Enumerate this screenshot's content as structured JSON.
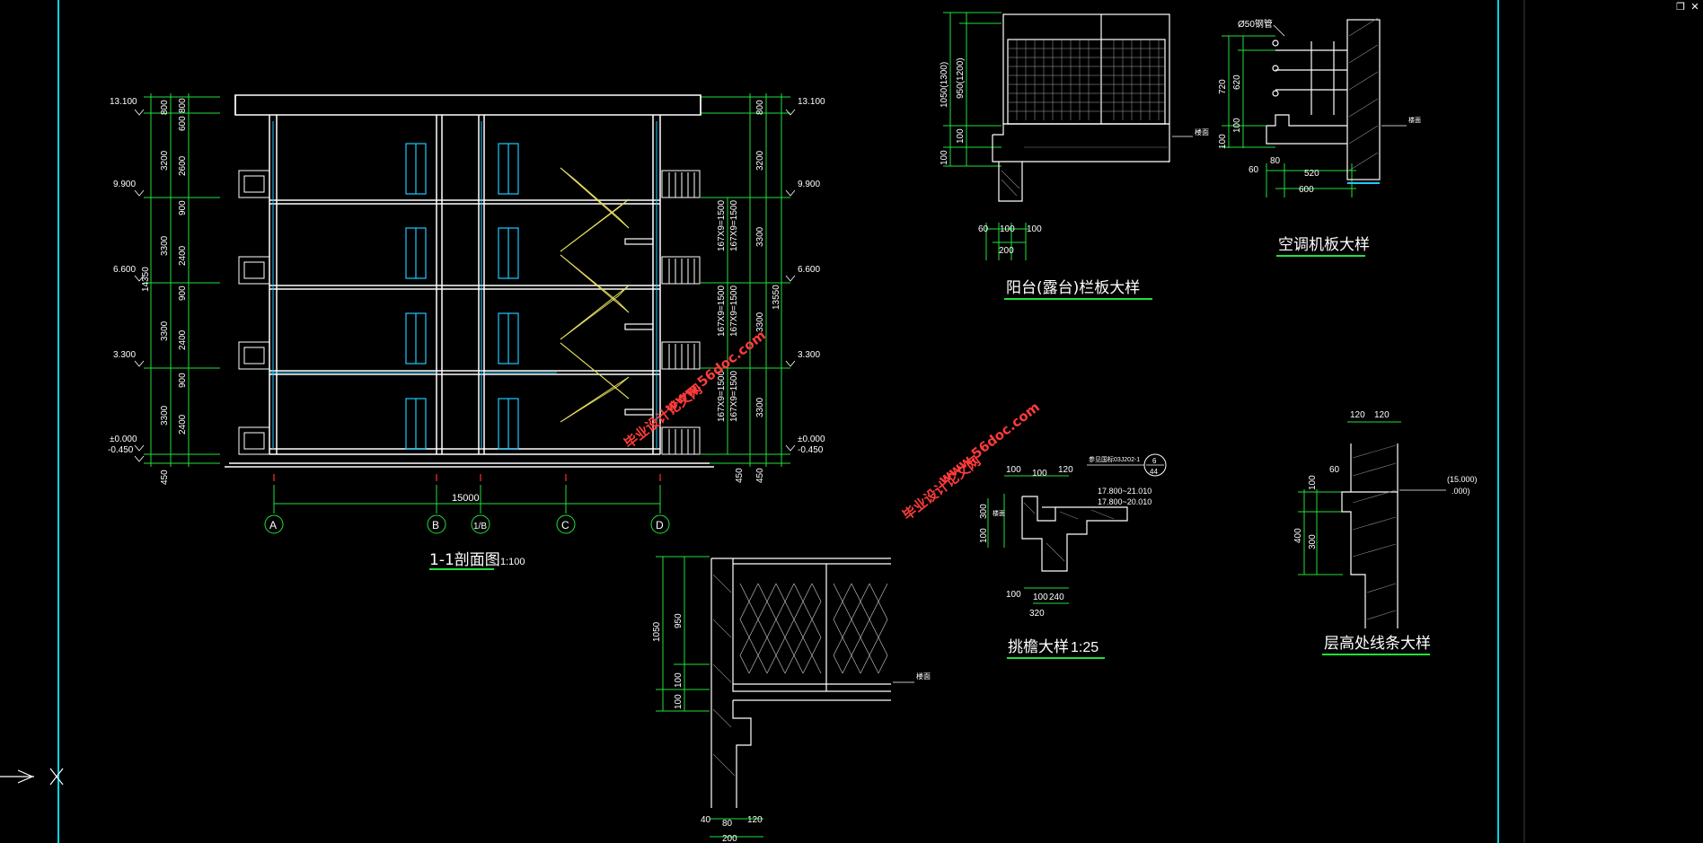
{
  "window": {
    "restore_label": "❐",
    "close_label": "✕"
  },
  "section_1_1": {
    "title": "1-1剖面图",
    "scale": "1:100",
    "elevations_left": [
      "13.100",
      "9.900",
      "6.600",
      "3.300",
      "±0.000",
      "-0.450"
    ],
    "elevations_right": [
      "13.100",
      "9.900",
      "6.600",
      "3.300",
      "±0.000",
      "-0.450"
    ],
    "dims_left_outer": [
      "800",
      "3200",
      "3300",
      "3300",
      "3300",
      "450"
    ],
    "dims_left_inner": [
      "800",
      "600",
      "2600",
      "900",
      "2400",
      "900",
      "2400",
      "900",
      "2400"
    ],
    "total_height_left": "14350",
    "total_height_right": "13550",
    "dims_right": [
      "800",
      "3200",
      "450",
      "450"
    ],
    "stair_dims": [
      "167X9=1500",
      "167X9=1500",
      "167X9=1500",
      "167X9=1500",
      "167X9=1500",
      "167X9=1500"
    ],
    "stair_right_numbers": [
      "3300",
      "3300",
      "3300"
    ],
    "span_total": "15000",
    "axes": [
      "A",
      "B",
      "1/B",
      "C",
      "D"
    ]
  },
  "balcony_detail": {
    "title": "阳台(露台)栏板大样",
    "dims_vertical": [
      "1050(1300)",
      "950(1200)",
      "100",
      "100"
    ],
    "dims_horizontal": [
      "60",
      "100",
      "100",
      "200"
    ],
    "floor_label": "楼面"
  },
  "ac_detail": {
    "title": "空调机板大样",
    "pipe_label": "Ø50钢管",
    "dims_vertical": [
      "720",
      "620",
      "100",
      "100"
    ],
    "dims_horizontal": [
      "60",
      "80",
      "520",
      "600"
    ],
    "floor_label": "楼面"
  },
  "eave_detail": {
    "title": "挑檐大样",
    "scale": "1:25",
    "ref_label": "参见国标03J202-1",
    "ref_num": "6",
    "ref_den": "44",
    "elev_1": "17.800~21.010",
    "elev_2": "17.800~20.010",
    "dims_top": [
      "100",
      "100",
      "120"
    ],
    "dims_side": [
      "300",
      "100"
    ],
    "dims_bottom": [
      "100",
      "100",
      "240",
      "320"
    ],
    "floor_label": "楼面"
  },
  "cornice_detail": {
    "title": "层高处线条大样",
    "dims_top": [
      "120",
      "120"
    ],
    "dims_side": [
      "60",
      "100",
      "400",
      "300"
    ],
    "elev_1": "(15.000)",
    "elev_2": ".000)"
  },
  "railing_detail": {
    "dims_vertical": [
      "1050",
      "950",
      "100",
      "100"
    ],
    "dims_bottom": [
      "40",
      "80",
      "120",
      "200"
    ],
    "floor_label": "楼面"
  },
  "watermarks": [
    "毕业设计论文网",
    "www.56doc.com",
    "毕业设计论文网",
    "www.56doc.com"
  ],
  "colors": {
    "background": "#000000",
    "frame": "#00d8e0",
    "wall": "#ffffff",
    "dimension": "#22e03a",
    "stair": "#e8e060",
    "door": "#1fc8ff",
    "axis_tick": "#ff3030",
    "watermark": "#ff3b3b"
  }
}
